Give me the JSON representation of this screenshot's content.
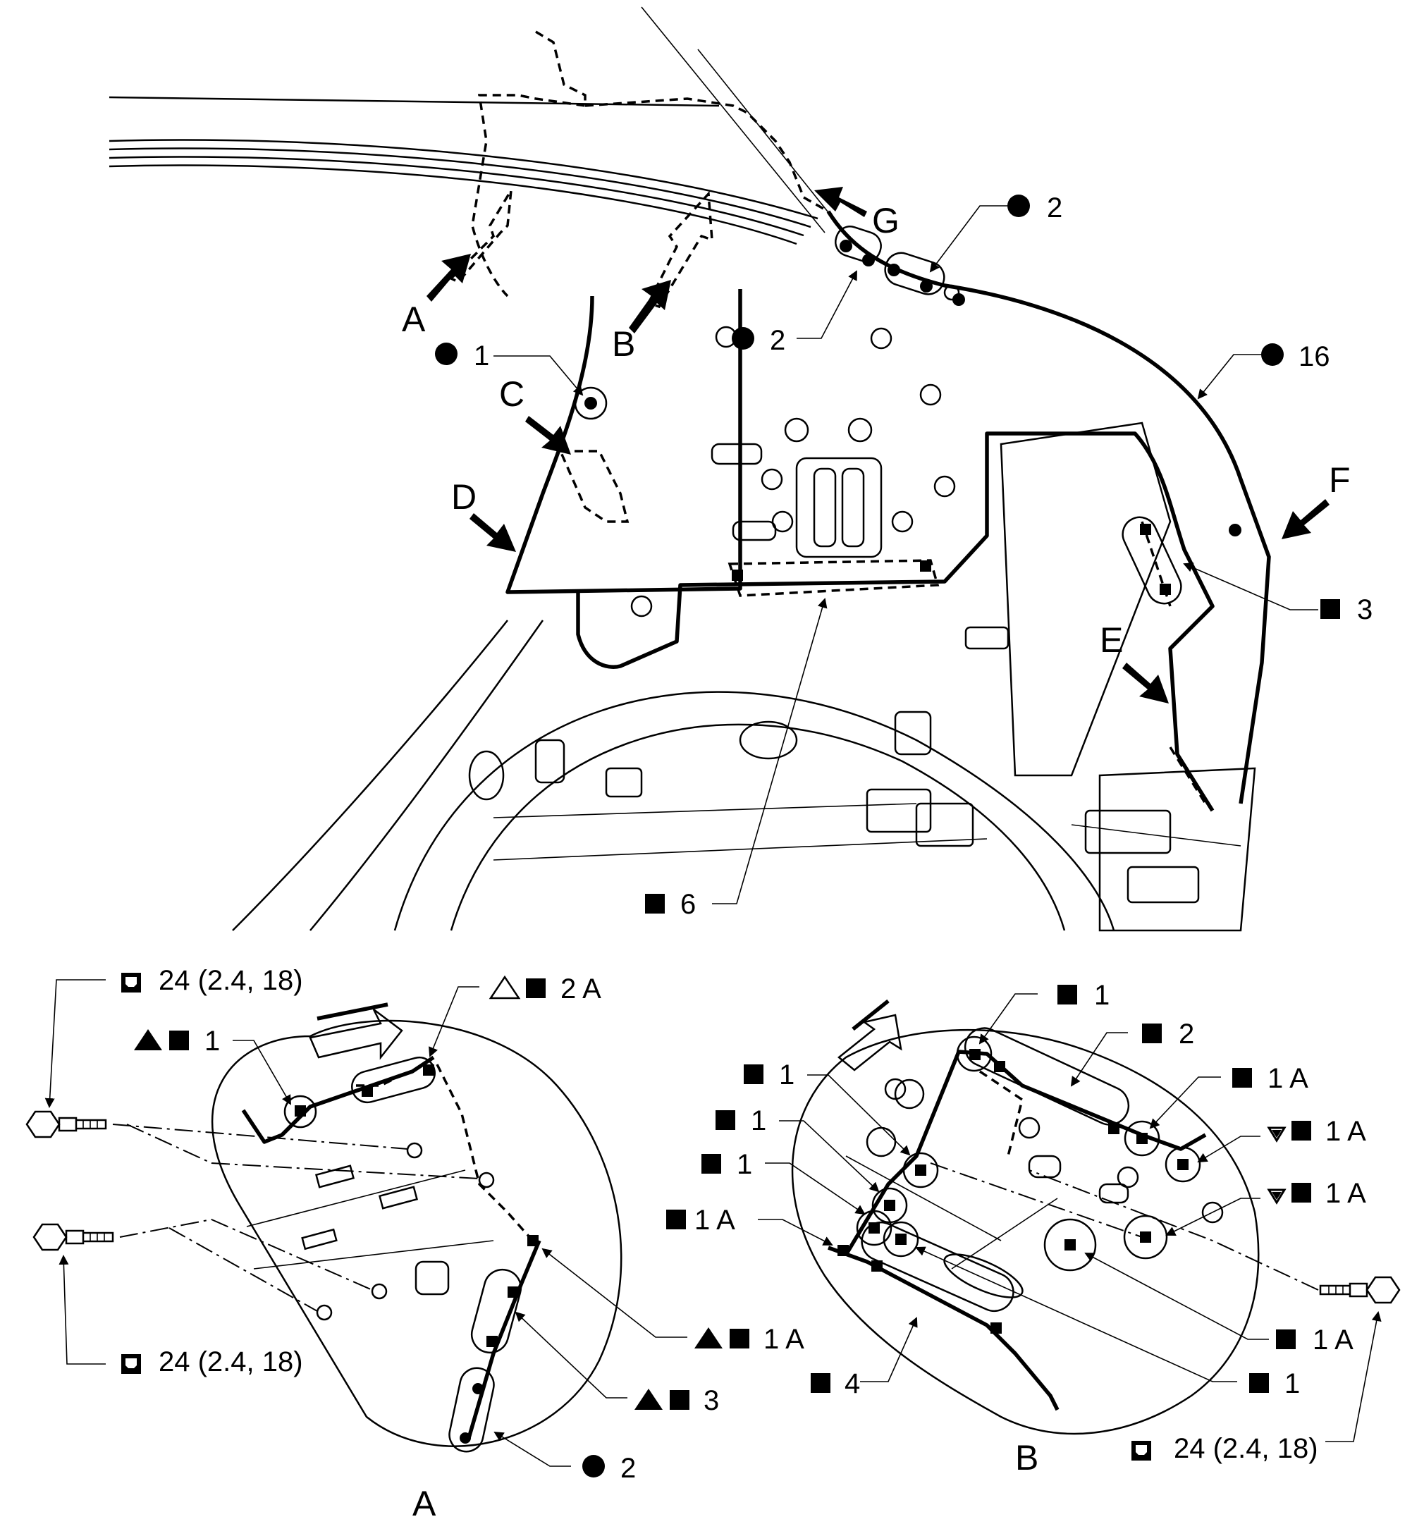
{
  "view_labels": {
    "A": "A",
    "B": "B",
    "C": "C",
    "D": "D",
    "E": "E",
    "F": "F",
    "G": "G"
  },
  "callouts": {
    "main_circle_1": "1",
    "main_circle_2_left": "2",
    "main_circle_2_top": "2",
    "main_circle_16": "16",
    "main_square_3": "3",
    "main_square_6": "6",
    "detA_tri_sq_1": "1",
    "detA_opentri_sq_2A": "2 A",
    "detA_tri_sq_1A": "1 A",
    "detA_tri_sq_3": "3",
    "detA_circle_2": "2",
    "detB_sq_1_top": "1",
    "detB_sq_2": "2",
    "detB_sq_1A_right": "1 A",
    "detB_sq_1_a": "1",
    "detB_sq_1_b": "1",
    "detB_sq_1_c": "1",
    "detB_sq_1A_left": "1 A",
    "detB_dtri_1A_a": "1 A",
    "detB_dtri_1A_b": "1 A",
    "detB_sq_1A_bottom": "1 A",
    "detB_sq_1_bottom": "1",
    "detB_sq_4": "4"
  },
  "torque": {
    "detA_top": "24 (2.4, 18)",
    "detA_bottom": "24 (2.4, 18)",
    "detB": "24 (2.4, 18)"
  },
  "symbols": {
    "weld_spot": "circle",
    "weld_plug": "square",
    "torque": "torque-wrench-icon"
  }
}
